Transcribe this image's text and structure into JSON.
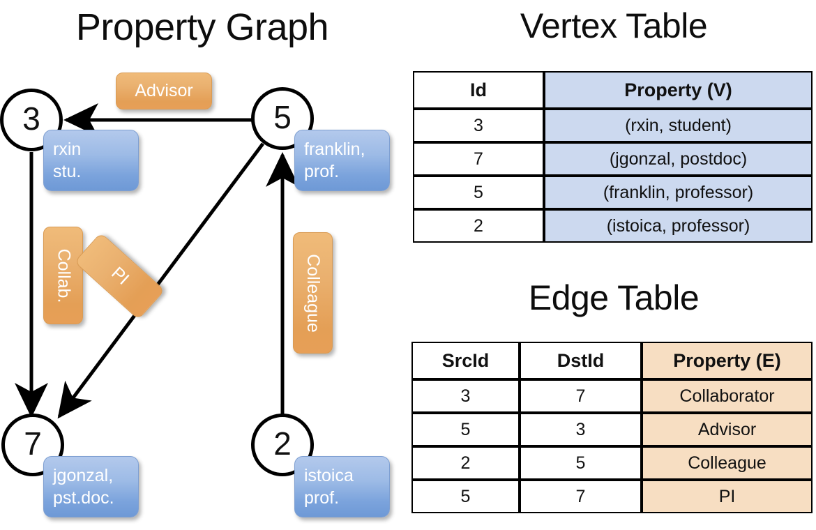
{
  "titles": {
    "property_graph": "Property Graph",
    "vertex_table": "Vertex Table",
    "edge_table": "Edge Table"
  },
  "graph": {
    "nodes": [
      {
        "id": "3",
        "property_lines": [
          "rxin",
          "stu."
        ]
      },
      {
        "id": "5",
        "property_lines": [
          "franklin,",
          "prof."
        ]
      },
      {
        "id": "7",
        "property_lines": [
          "jgonzal,",
          "pst.doc."
        ]
      },
      {
        "id": "2",
        "property_lines": [
          "istoica",
          "prof."
        ]
      }
    ],
    "edge_labels": [
      {
        "name": "advisor",
        "text": "Advisor",
        "orientation": "horizontal"
      },
      {
        "name": "collab",
        "text": "Collab.",
        "orientation": "vertical"
      },
      {
        "name": "pi",
        "text": "PI",
        "orientation": "rotated"
      },
      {
        "name": "colleague",
        "text": "Colleague",
        "orientation": "vertical"
      }
    ]
  },
  "vertex_table": {
    "headers": [
      "Id",
      "Property (V)"
    ],
    "rows": [
      {
        "id": "3",
        "property": "(rxin, student)"
      },
      {
        "id": "7",
        "property": "(jgonzal, postdoc)"
      },
      {
        "id": "5",
        "property": "(franklin, professor)"
      },
      {
        "id": "2",
        "property": "(istoica, professor)"
      }
    ]
  },
  "edge_table": {
    "headers": [
      "SrcId",
      "DstId",
      "Property (E)"
    ],
    "rows": [
      {
        "src": "3",
        "dst": "7",
        "property": "Collaborator"
      },
      {
        "src": "5",
        "dst": "3",
        "property": "Advisor"
      },
      {
        "src": "2",
        "dst": "5",
        "property": "Colleague"
      },
      {
        "src": "5",
        "dst": "7",
        "property": "PI"
      }
    ]
  },
  "colors": {
    "vertex_property_fill": "#ccd9ef",
    "edge_property_fill": "#f7dec2",
    "node_property_box": "#7ba3dc",
    "edge_label_box": "#e8a85e",
    "stroke": "#000000",
    "background": "#ffffff"
  }
}
